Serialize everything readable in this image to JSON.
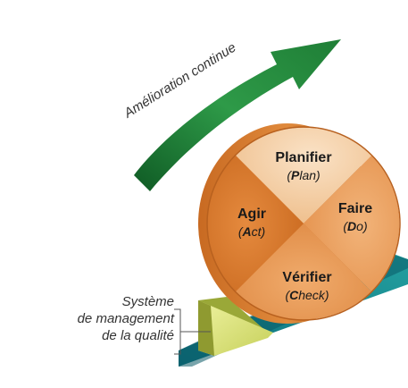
{
  "diagram": {
    "arrow_label": "Amélioration continue",
    "segments": {
      "plan": {
        "title": "Planifier",
        "sub_initial": "P",
        "sub_rest": "lan"
      },
      "do": {
        "title": "Faire",
        "sub_initial": "D",
        "sub_rest": "o"
      },
      "check": {
        "title": "Vérifier",
        "sub_initial": "C",
        "sub_rest": "heck"
      },
      "act": {
        "title": "Agir",
        "sub_initial": "A",
        "sub_rest": "ct"
      }
    },
    "wedge_label": {
      "line1": "Système",
      "line2": "de management",
      "line3": "de la qualité"
    },
    "colors": {
      "arrow": "#1f8a3c",
      "ramp": "#1a8f8a",
      "wedge": "#d8e07a",
      "disc": "#e08a3c",
      "rim": "#b85e1e",
      "segment_light": "#f3cfa8",
      "segment_mid": "#e89a5a",
      "segment_dark": "#d8782e"
    }
  }
}
